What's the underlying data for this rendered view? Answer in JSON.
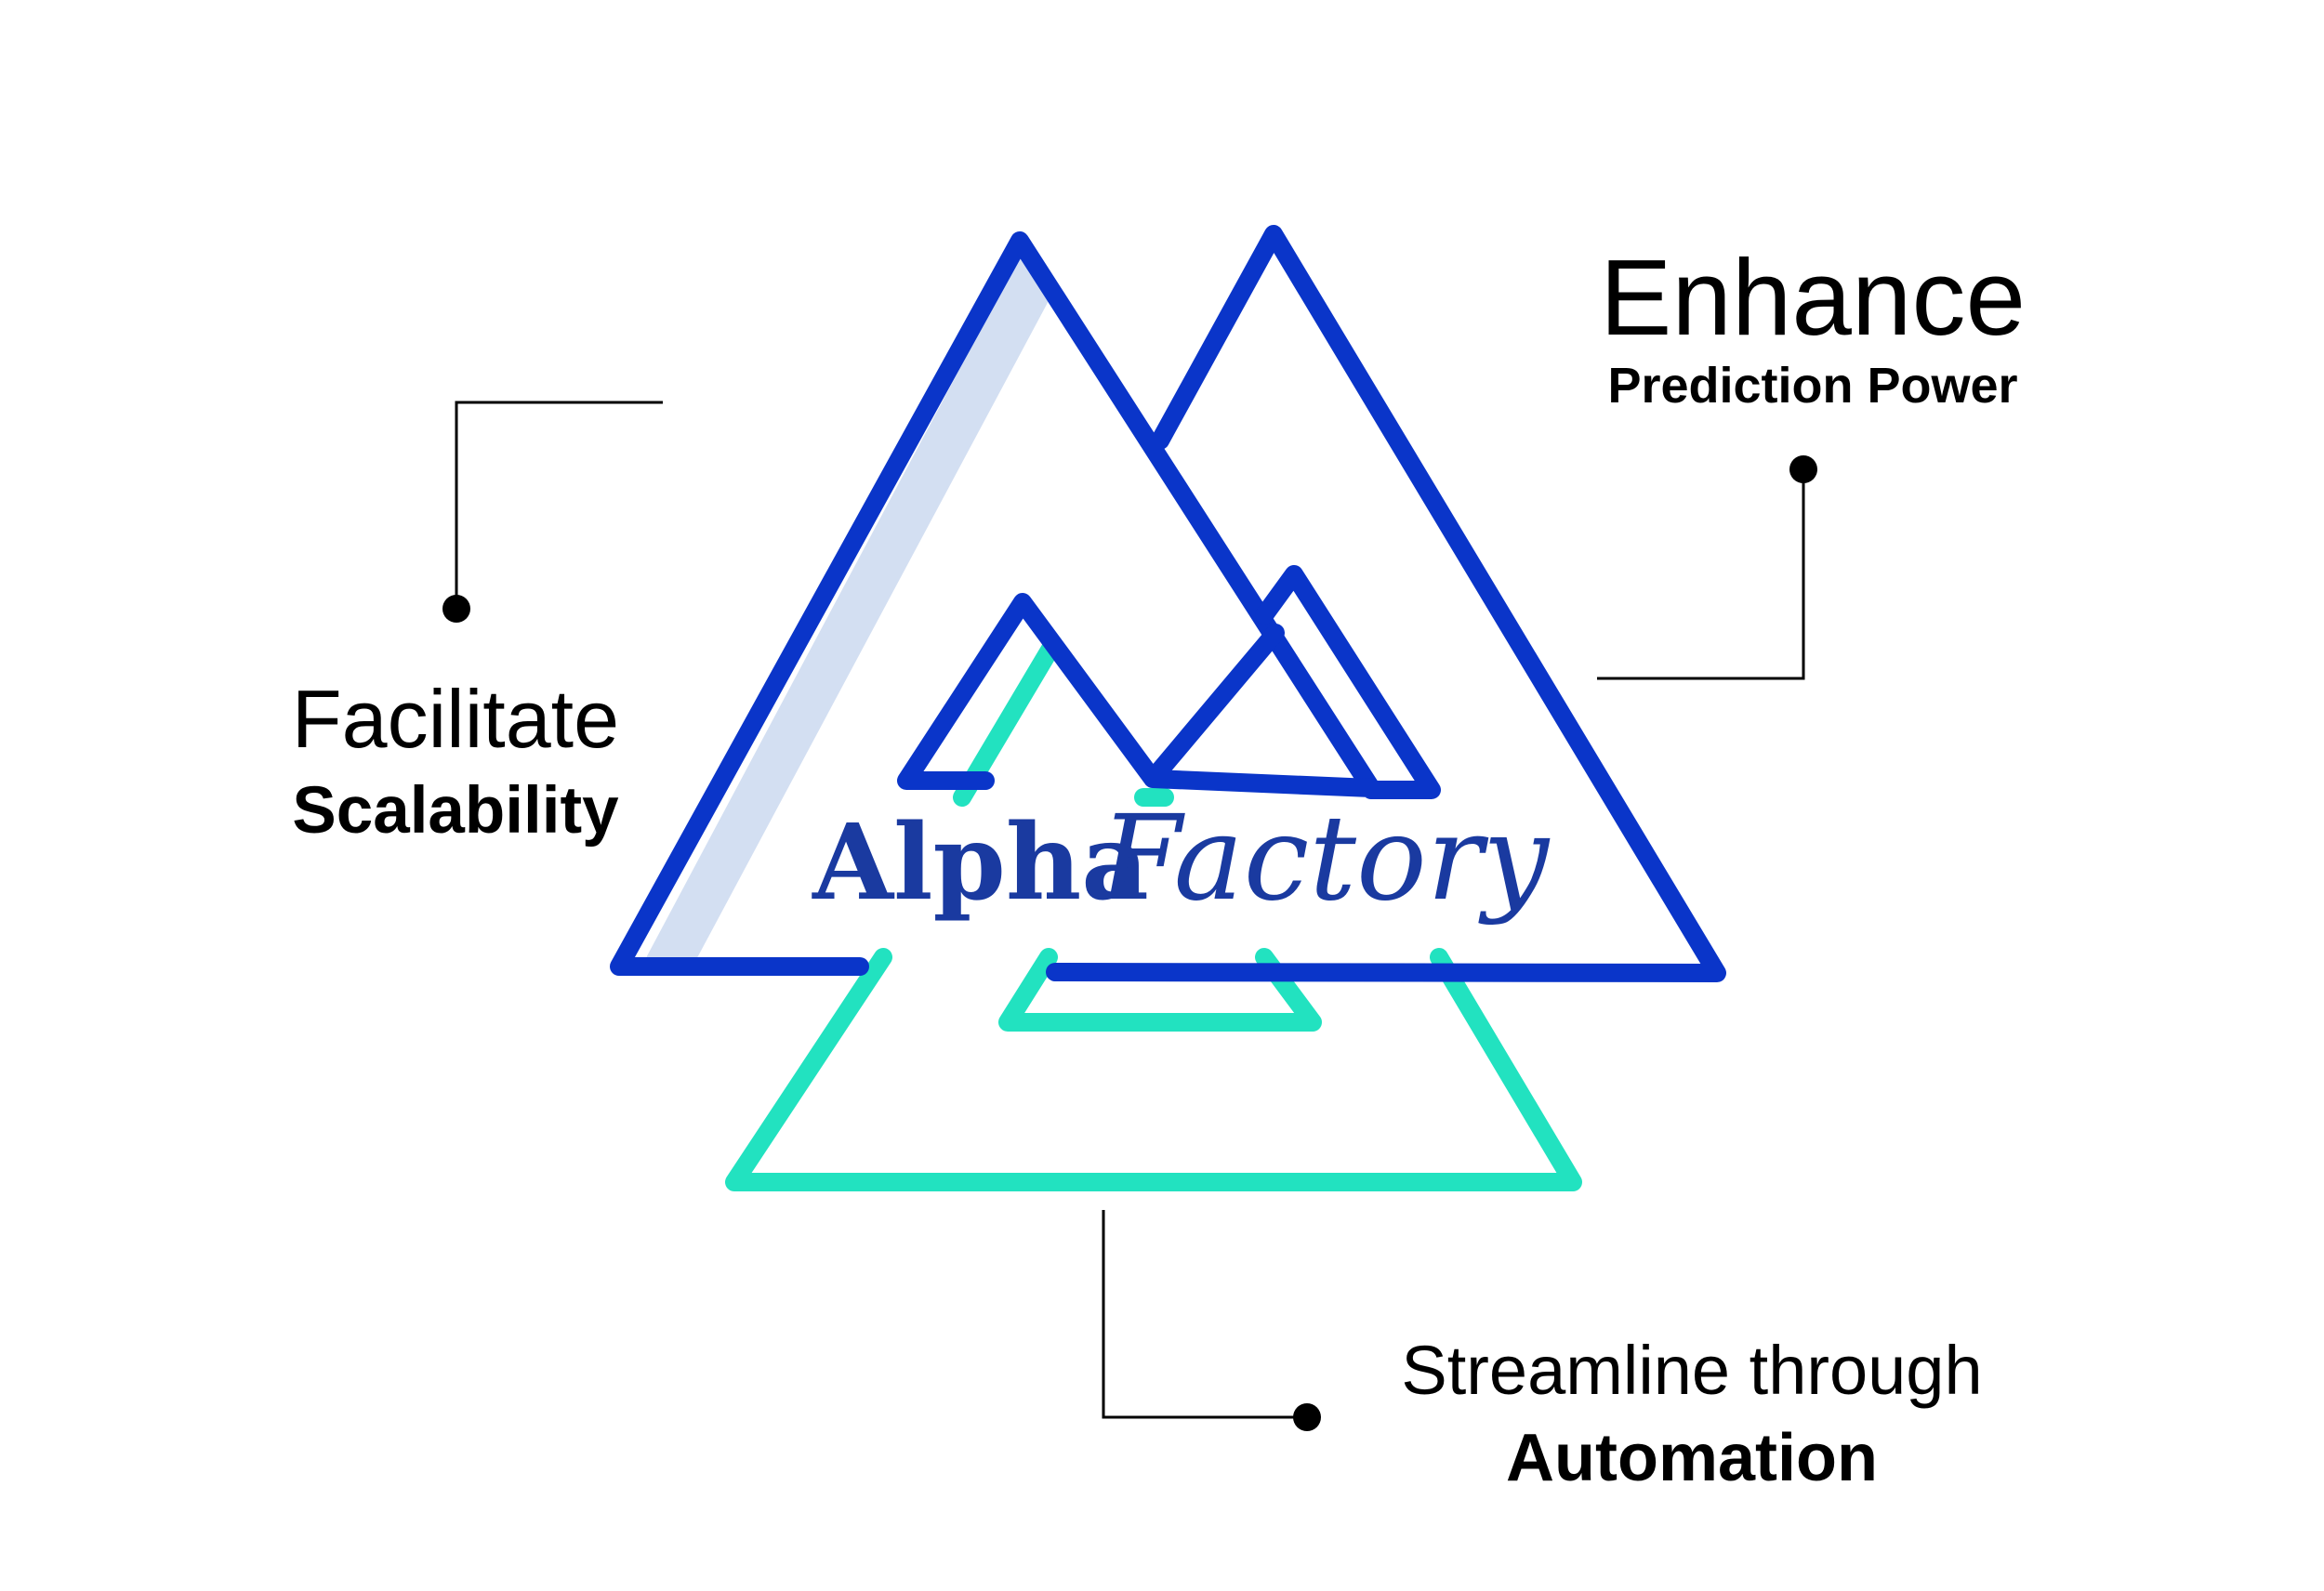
{
  "colors": {
    "blue": "#0a35c9",
    "blue_shade": "#d3dff2",
    "teal": "#22e2c0",
    "logo": "#1a3aa0",
    "connector": "#000000"
  },
  "logo": {
    "word1": "Alpha",
    "word2": "Factory"
  },
  "callouts": {
    "scalability": {
      "line1": "Facilitate",
      "line2": "Scalability"
    },
    "prediction": {
      "line1": "Enhance",
      "line2": "Prediction Power"
    },
    "automation": {
      "line1": "Streamline through",
      "line2": "Automation"
    }
  }
}
